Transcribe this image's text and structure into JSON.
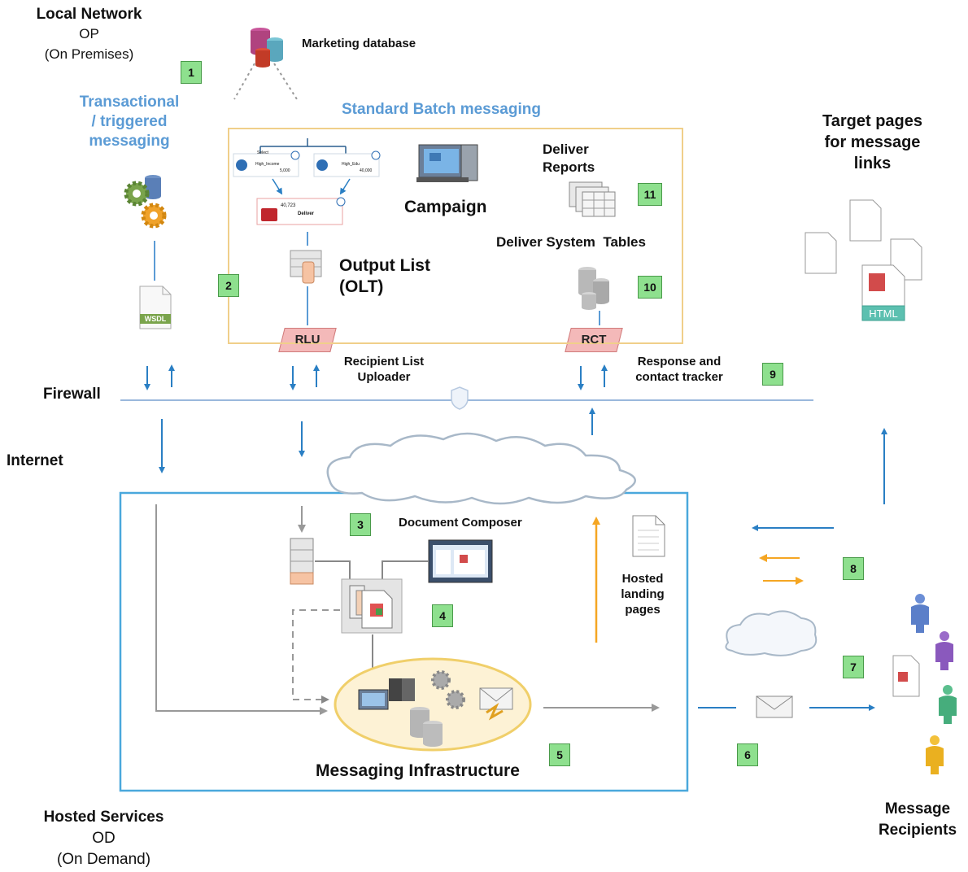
{
  "labels": {
    "local_network_title": "Local Network",
    "local_network_op": "OP",
    "local_network_sub": "(On Premises)",
    "marketing_database": "Marketing database",
    "transactional_line1": "Transactional",
    "transactional_line2": "/ triggered",
    "transactional_line3": "messaging",
    "standard_batch": "Standard Batch messaging",
    "campaign": "Campaign",
    "deliver_reports_line1": "Deliver",
    "deliver_reports_line2": "Reports",
    "deliver_system_tables": "Deliver System  Tables",
    "output_list_line1": "Output List",
    "output_list_line2": "(OLT)",
    "rlu": "RLU",
    "rct": "RCT",
    "recipient_list_line1": "Recipient List",
    "recipient_list_line2": "Uploader",
    "response_line1": "Response and",
    "response_line2": "contact tracker",
    "firewall": "Firewall",
    "internet": "Internet",
    "document_composer": "Document Composer",
    "hosted_landing_line1": "Hosted",
    "hosted_landing_line2": "landing",
    "hosted_landing_line3": "pages",
    "messaging_infrastructure": "Messaging Infrastructure",
    "hosted_services_title": "Hosted Services",
    "hosted_services_od": "OD",
    "hosted_services_sub": "(On Demand)",
    "target_pages_line1": "Target pages",
    "target_pages_line2": "for message",
    "target_pages_line3": "links",
    "message_recipients_line1": "Message",
    "message_recipients_line2": "Recipients",
    "html_label": "HTML",
    "wsdl_label": "WSDL",
    "flow_select": "Select",
    "flow_high_income": "High_Income",
    "flow_high_edu": "High_Edu",
    "flow_count1": "5,000",
    "flow_count2": "40,000",
    "flow_count3": "40,723",
    "flow_deliver": "Deliver"
  },
  "badges": [
    "1",
    "2",
    "3",
    "4",
    "5",
    "6",
    "7",
    "8",
    "9",
    "10",
    "11"
  ],
  "colors": {
    "accent_blue": "#5b9bd5",
    "arrow_blue": "#2a7fc4",
    "batch_box_border": "#f0cf8a",
    "hosted_box_border": "#4aa8dc",
    "badge_green": "#8ee08e",
    "tag_pink": "#f4b9b9",
    "orange_arrow": "#f5a623"
  }
}
